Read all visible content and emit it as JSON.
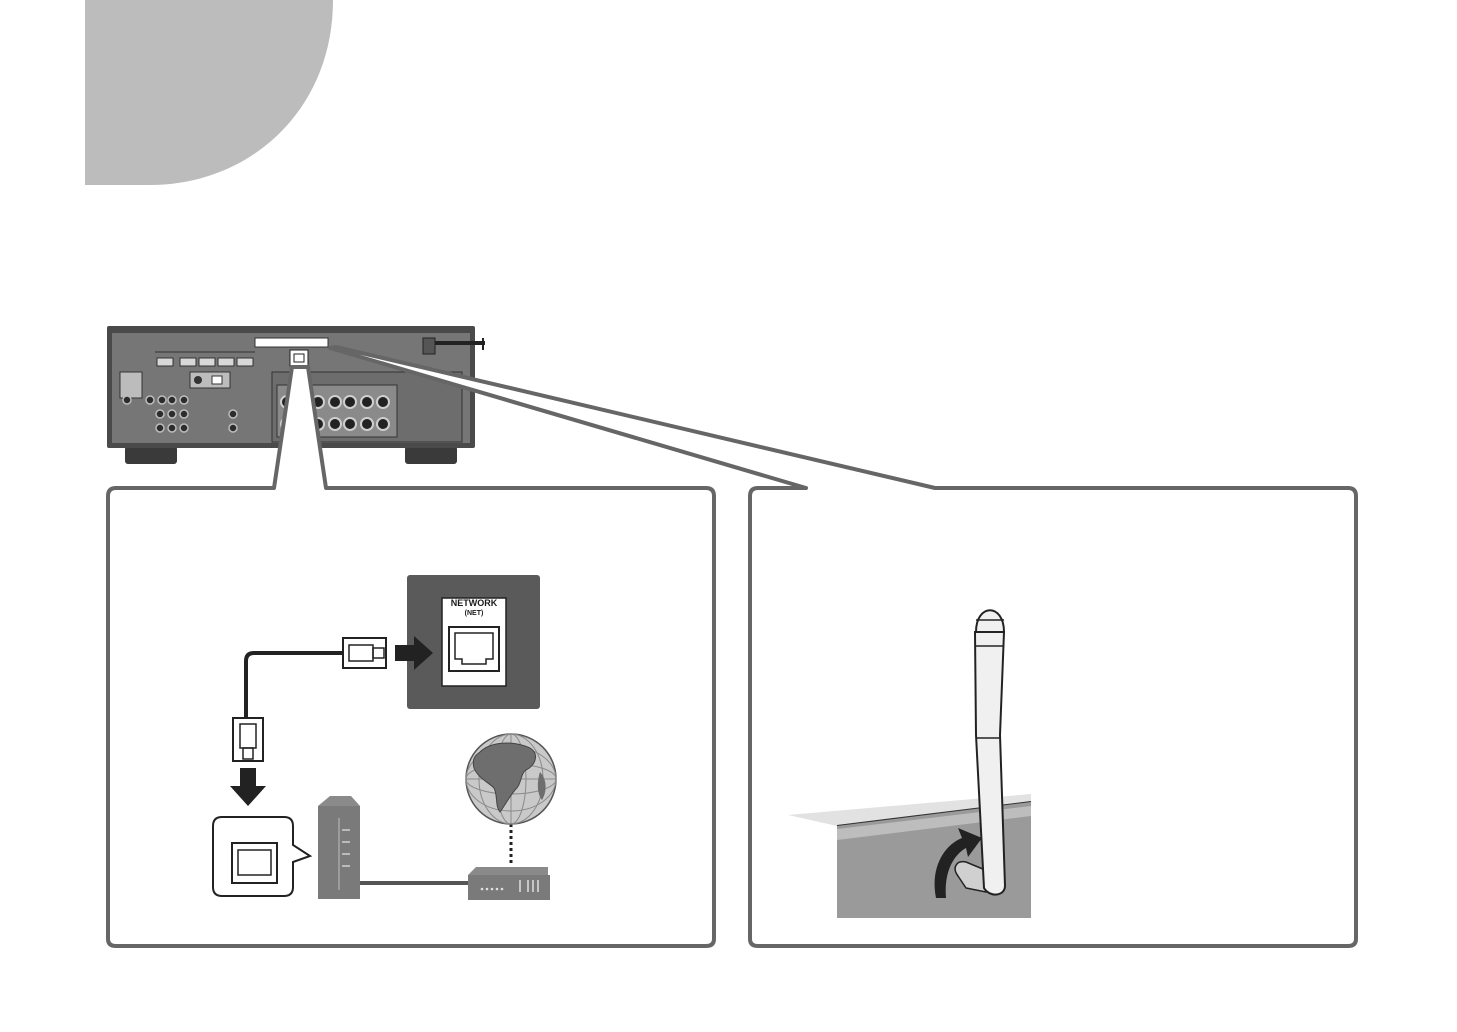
{
  "colors": {
    "tab_gray": "#bcbcbc",
    "outline": "#555555",
    "receiver_body": "#6b6b6b",
    "dark_panel": "#5a5a5a",
    "line": "#333333"
  },
  "network_port": {
    "title": "NETWORK",
    "subtitle": "(NET)"
  },
  "icons": [
    "receiver-rear-panel",
    "network-port",
    "lan-cable-plug",
    "modem",
    "router",
    "globe-icon",
    "wireless-antenna",
    "rotate-arrow-icon",
    "push-arrow-icon"
  ]
}
